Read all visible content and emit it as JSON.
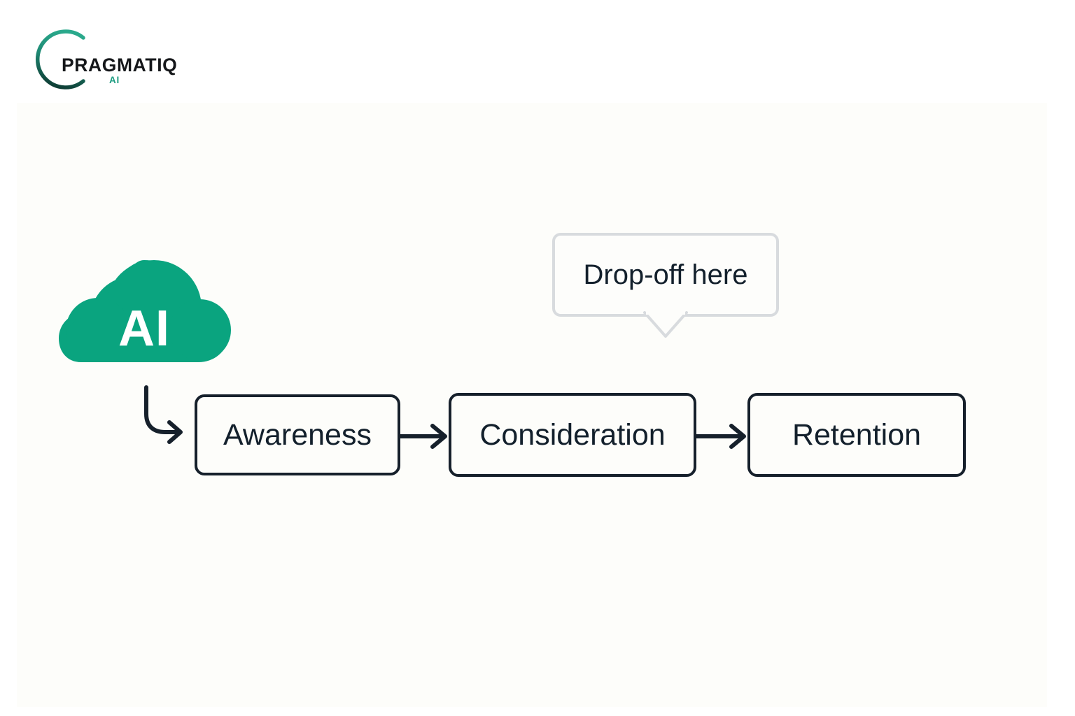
{
  "brand": {
    "logo_name": "PRAGMATIQ",
    "logo_sub": "AI",
    "ring_top_color": "#2aa98c",
    "ring_bottom_color": "#0e3b33",
    "wordmark_color": "#15171a",
    "sub_color": "#1d9c81"
  },
  "canvas": {
    "background_color": "#fdfdfa"
  },
  "cloud": {
    "label": "AI",
    "fill_color": "#0aa47f",
    "label_color": "#ffffff",
    "icon": "cloud-icon"
  },
  "flow": {
    "stroke_color": "#16202b",
    "box_fill_color": "#fdfdfa",
    "text_color": "#13202c",
    "steps": [
      {
        "id": "awareness",
        "label": "Awareness"
      },
      {
        "id": "consideration",
        "label": "Consideration"
      },
      {
        "id": "retention",
        "label": "Retention"
      }
    ],
    "connectors": [
      {
        "id": "cloud-to-awareness",
        "icon": "curved-arrow-icon"
      },
      {
        "id": "awareness-to-consideration",
        "icon": "arrow-right-icon"
      },
      {
        "id": "consideration-to-retention",
        "icon": "arrow-right-icon"
      }
    ]
  },
  "tooltip": {
    "text": "Drop-off here",
    "border_color": "#d8dbde",
    "fill_color": "#fdfdfb",
    "text_color": "#13202c",
    "points_to": "consideration"
  }
}
